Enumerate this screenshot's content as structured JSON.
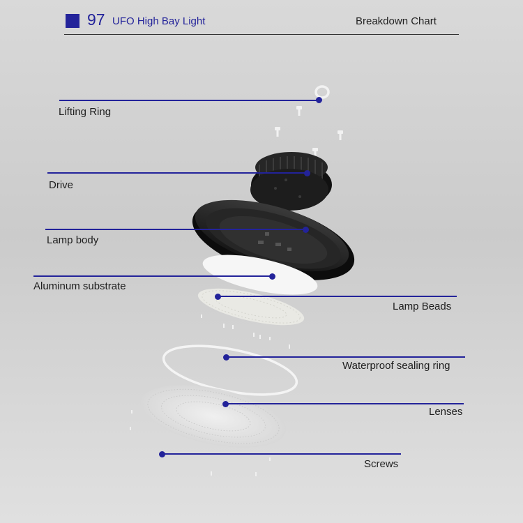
{
  "header": {
    "number": "97",
    "title": "UFO High Bay Light",
    "right_title": "Breakdown Chart",
    "accent": "#23239a"
  },
  "callouts": [
    {
      "label": "Lifting Ring"
    },
    {
      "label": "Drive"
    },
    {
      "label": "Lamp body"
    },
    {
      "label": "Aluminum substrate"
    },
    {
      "label": "Lamp Beads"
    },
    {
      "label": "Waterproof sealing ring"
    },
    {
      "label": "Lenses"
    },
    {
      "label": "Screws"
    }
  ]
}
